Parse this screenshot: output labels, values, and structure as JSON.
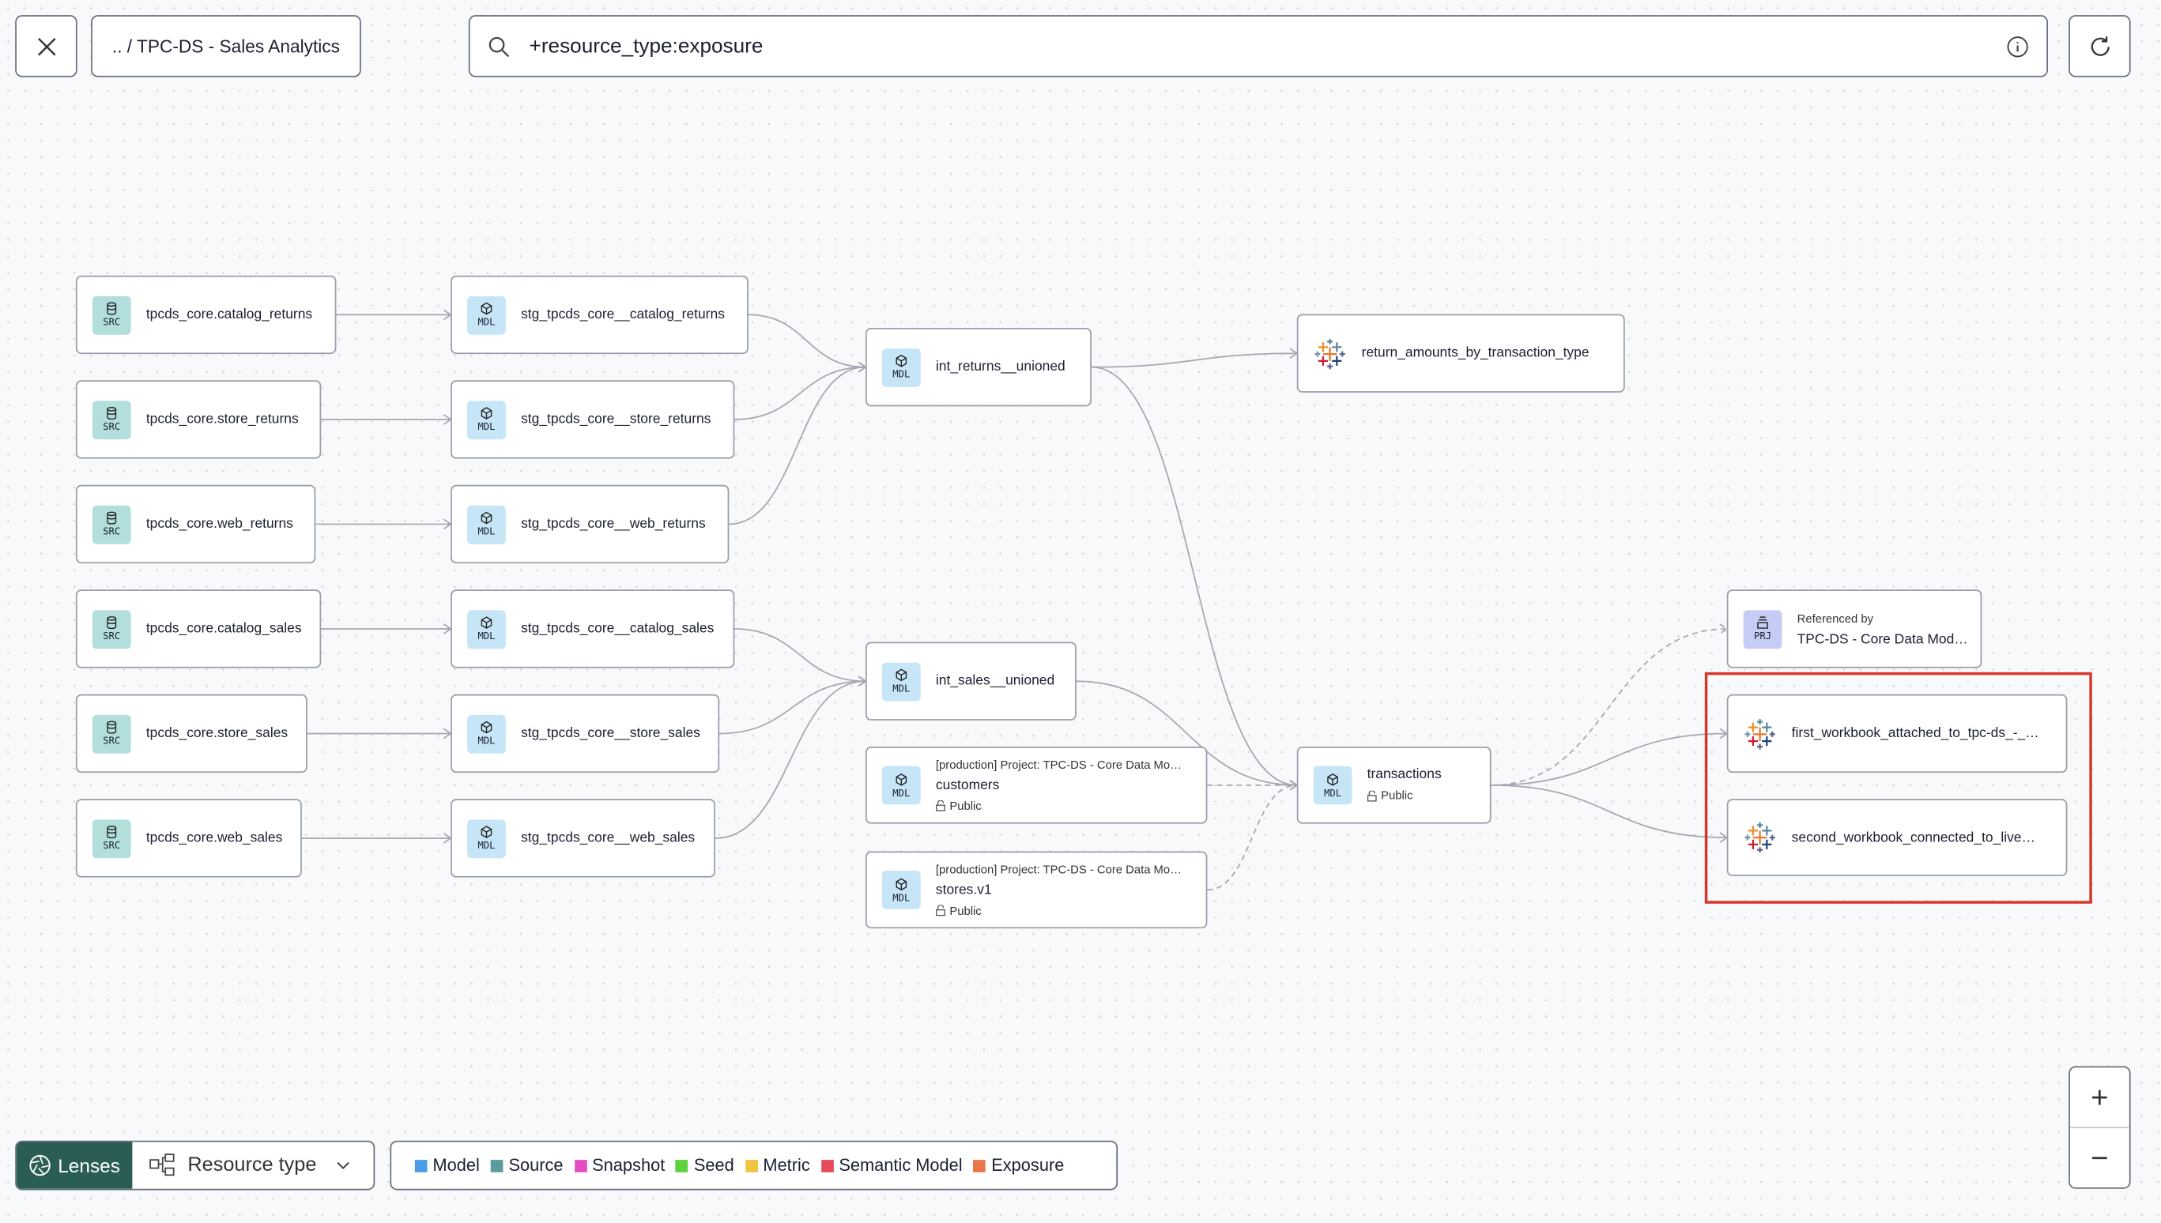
{
  "header": {
    "close_icon": "x-icon",
    "breadcrumb": ".. / TPC-DS - Sales Analytics",
    "search_value": "+resource_type:exposure",
    "search_icon": "search-icon",
    "info_icon": "info-icon",
    "refresh_icon": "refresh-icon"
  },
  "nodes": [
    {
      "id": "src_cr",
      "badge": "SRC",
      "label": "tpcds_core.catalog_returns"
    },
    {
      "id": "src_sr",
      "badge": "SRC",
      "label": "tpcds_core.store_returns"
    },
    {
      "id": "src_wr",
      "badge": "SRC",
      "label": "tpcds_core.web_returns"
    },
    {
      "id": "src_cs",
      "badge": "SRC",
      "label": "tpcds_core.catalog_sales"
    },
    {
      "id": "src_ss",
      "badge": "SRC",
      "label": "tpcds_core.store_sales"
    },
    {
      "id": "src_ws",
      "badge": "SRC",
      "label": "tpcds_core.web_sales"
    },
    {
      "id": "stg_cr",
      "badge": "MDL",
      "label": "stg_tpcds_core__catalog_returns"
    },
    {
      "id": "stg_sr",
      "badge": "MDL",
      "label": "stg_tpcds_core__store_returns"
    },
    {
      "id": "stg_wr",
      "badge": "MDL",
      "label": "stg_tpcds_core__web_returns"
    },
    {
      "id": "stg_cs",
      "badge": "MDL",
      "label": "stg_tpcds_core__catalog_sales"
    },
    {
      "id": "stg_ss",
      "badge": "MDL",
      "label": "stg_tpcds_core__store_sales"
    },
    {
      "id": "stg_ws",
      "badge": "MDL",
      "label": "stg_tpcds_core__web_sales"
    },
    {
      "id": "int_r",
      "badge": "MDL",
      "label": "int_returns__unioned"
    },
    {
      "id": "int_s",
      "badge": "MDL",
      "label": "int_sales__unioned"
    },
    {
      "id": "cust",
      "badge": "MDL",
      "project": "[production] Project: TPC-DS - Core Data Mo…",
      "label": "customers",
      "access": "Public"
    },
    {
      "id": "stores",
      "badge": "MDL",
      "project": "[production] Project: TPC-DS - Core Data Mo…",
      "label": "stores.v1",
      "access": "Public"
    },
    {
      "id": "ret_amt",
      "badge": "EXP",
      "label": "return_amounts_by_transaction_type"
    },
    {
      "id": "trans",
      "badge": "MDL",
      "label": "transactions",
      "access": "Public"
    },
    {
      "id": "prj",
      "badge": "PRJ",
      "project": "Referenced by",
      "label": "TPC-DS - Core Data Models"
    },
    {
      "id": "wb1",
      "badge": "EXP",
      "label": "first_workbook_attached_to_tpc-ds_-_…"
    },
    {
      "id": "wb2",
      "badge": "EXP",
      "label": "second_workbook_connected_to_live…"
    }
  ],
  "edges": [
    [
      "src_cr",
      "stg_cr"
    ],
    [
      "src_sr",
      "stg_sr"
    ],
    [
      "src_wr",
      "stg_wr"
    ],
    [
      "src_cs",
      "stg_cs"
    ],
    [
      "src_ss",
      "stg_ss"
    ],
    [
      "src_ws",
      "stg_ws"
    ],
    [
      "stg_cr",
      "int_r"
    ],
    [
      "stg_sr",
      "int_r"
    ],
    [
      "stg_wr",
      "int_r"
    ],
    [
      "stg_cs",
      "int_s"
    ],
    [
      "stg_ss",
      "int_s"
    ],
    [
      "stg_ws",
      "int_s"
    ],
    [
      "int_r",
      "ret_amt"
    ],
    [
      "int_r",
      "trans"
    ],
    [
      "int_s",
      "trans"
    ],
    [
      "cust",
      "trans",
      "dashed"
    ],
    [
      "stores",
      "trans",
      "dashed"
    ],
    [
      "trans",
      "prj",
      "dashed"
    ],
    [
      "trans",
      "wb1"
    ],
    [
      "trans",
      "wb2"
    ]
  ],
  "lenses": {
    "label": "Lenses",
    "selected": "Resource type"
  },
  "legend": [
    {
      "label": "Model",
      "color": "#4b9de6"
    },
    {
      "label": "Source",
      "color": "#5a9c9c"
    },
    {
      "label": "Snapshot",
      "color": "#e34ec5"
    },
    {
      "label": "Seed",
      "color": "#5fd13f"
    },
    {
      "label": "Metric",
      "color": "#efc53f"
    },
    {
      "label": "Semantic Model",
      "color": "#e64b5a"
    },
    {
      "label": "Exposure",
      "color": "#e8784a"
    }
  ],
  "zoom": {
    "in": "+",
    "out": "−"
  },
  "highlight_color": "#d6372a"
}
